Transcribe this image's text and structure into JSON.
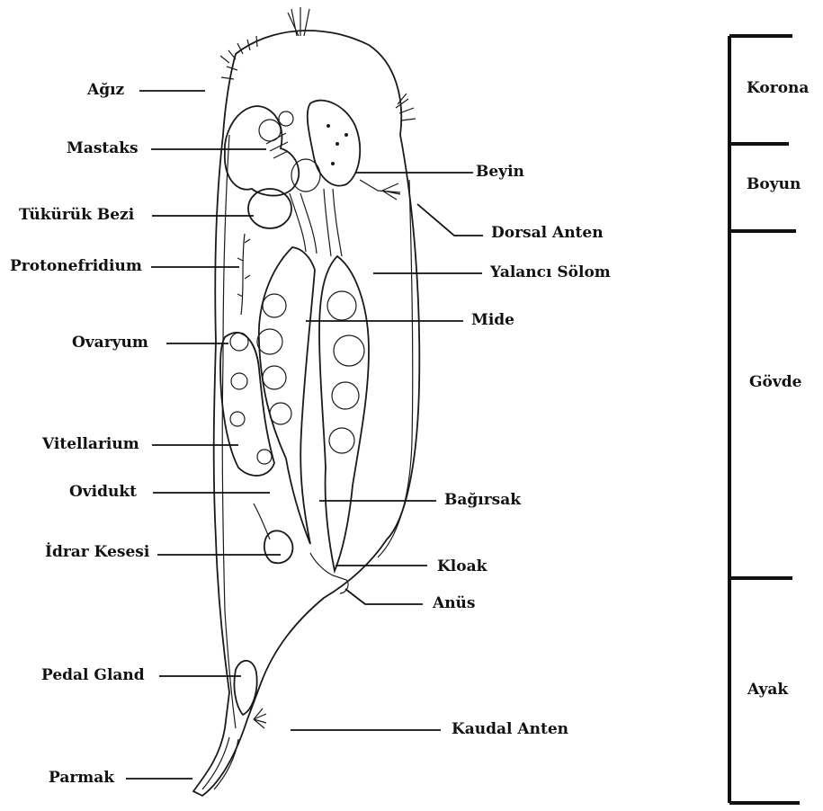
{
  "labels_left": [
    {
      "id": "agiz",
      "text": "Ağız"
    },
    {
      "id": "mastaks",
      "text": "Mastaks"
    },
    {
      "id": "tukuruk_bezi",
      "text": "Tükürük Bezi"
    },
    {
      "id": "protonefridium",
      "text": "Protonefridium"
    },
    {
      "id": "ovaryum",
      "text": "Ovaryum"
    },
    {
      "id": "vitellarium",
      "text": "Vitellarium"
    },
    {
      "id": "ovidukt",
      "text": "Ovidukt"
    },
    {
      "id": "idrar_kesesi",
      "text": "İdrar Kesesi"
    },
    {
      "id": "pedal_gland",
      "text": "Pedal Gland"
    },
    {
      "id": "parmak",
      "text": "Parmak"
    }
  ],
  "labels_right": [
    {
      "id": "beyin",
      "text": "Beyin"
    },
    {
      "id": "dorsal_anten",
      "text": "Dorsal Anten"
    },
    {
      "id": "yalanci_solom",
      "text": "Yalancı Sölom"
    },
    {
      "id": "mide",
      "text": "Mide"
    },
    {
      "id": "bagirsak",
      "text": "Bağırsak"
    },
    {
      "id": "kloak",
      "text": "Kloak"
    },
    {
      "id": "anus",
      "text": "Anüs"
    },
    {
      "id": "kaudal_anten",
      "text": "Kaudal Anten"
    }
  ],
  "body_regions": [
    {
      "id": "korona",
      "text": "Korona"
    },
    {
      "id": "boyun",
      "text": "Boyun"
    },
    {
      "id": "govde",
      "text": "Gövde"
    },
    {
      "id": "ayak",
      "text": "Ayak"
    }
  ]
}
